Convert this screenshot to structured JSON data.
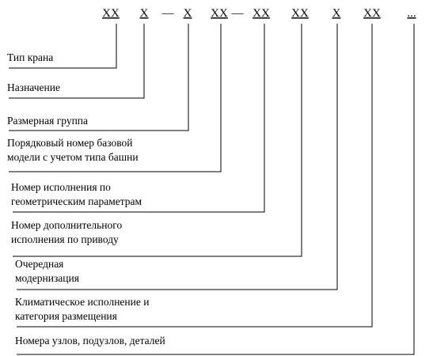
{
  "designation": {
    "tokens": [
      "XX",
      "X",
      "—",
      "X",
      "XX",
      "—",
      "XX",
      "XX",
      "X",
      "XX",
      "..."
    ]
  },
  "fields": [
    {
      "lines": [
        "Тип крана"
      ]
    },
    {
      "lines": [
        "Назначение"
      ]
    },
    {
      "lines": [
        "Размерная группа"
      ]
    },
    {
      "lines": [
        "Порядковый номер базовой",
        "модели с учетом типа башни"
      ]
    },
    {
      "lines": [
        "Номер исполнения по",
        "геометрическим параметрам"
      ]
    },
    {
      "lines": [
        "Номер дополнительного",
        "исполнения по приводу"
      ]
    },
    {
      "lines": [
        "Очередная",
        "модернизация"
      ]
    },
    {
      "lines": [
        "Климатическое исполнение и",
        "категория размещения"
      ]
    },
    {
      "lines": [
        "Номера узлов, подузлов, деталей"
      ]
    }
  ]
}
